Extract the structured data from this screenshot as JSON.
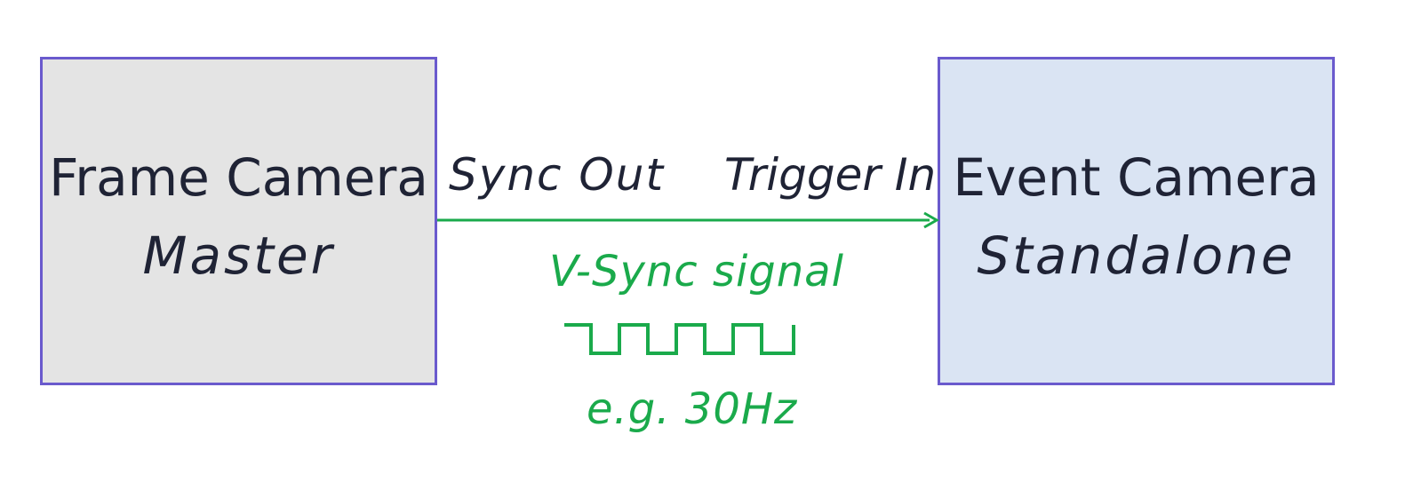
{
  "colors": {
    "box_border": "#6a5acd",
    "frame_fill": "#e4e4e4",
    "event_fill": "#dae4f3",
    "text": "#1f2335",
    "signal": "#1aaa4b"
  },
  "frame_camera": {
    "title": "Frame Camera",
    "role": "Master"
  },
  "event_camera": {
    "title": "Event Camera",
    "role": "Standalone"
  },
  "link": {
    "source_port": "Sync Out",
    "target_port": "Trigger In",
    "signal": "V-Sync signal",
    "frequency": "e.g. 30Hz"
  }
}
